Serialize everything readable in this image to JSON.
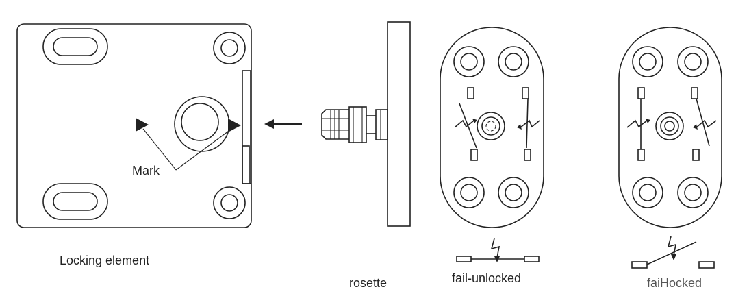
{
  "labels": {
    "mark": "Mark",
    "locking_element": "Locking element",
    "rosette": "rosette",
    "fail_unlocked": "fail-unlocked",
    "fail_locked": "faiHocked"
  },
  "colors": {
    "line": "#222222",
    "background": "#ffffff"
  }
}
